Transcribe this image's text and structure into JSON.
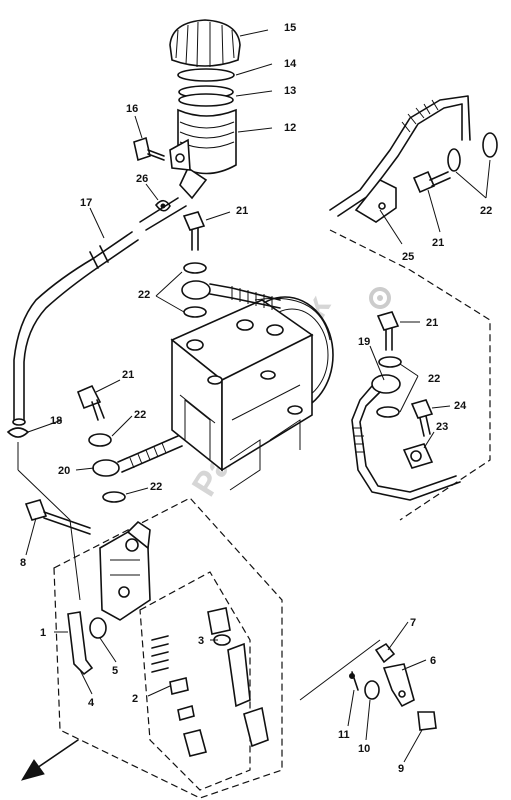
{
  "callouts": {
    "c1": "1",
    "c2": "2",
    "c3": "3",
    "c4": "4",
    "c5": "5",
    "c6": "6",
    "c7": "7",
    "c8": "8",
    "c9": "9",
    "c10": "10",
    "c11": "11",
    "c12": "12",
    "c13": "13",
    "c14": "14",
    "c15": "15",
    "c16": "16",
    "c17": "17",
    "c18": "18",
    "c19": "19",
    "c20": "20",
    "c21a": "21",
    "c21b": "21",
    "c21c": "21",
    "c21d": "21",
    "c22a": "22",
    "c22b": "22",
    "c22c": "22",
    "c22d": "22",
    "c22e": "22",
    "c23": "23",
    "c24": "24",
    "c25": "25",
    "c26": "26"
  },
  "watermark": {
    "text": "PartsRepublik"
  },
  "icons": {
    "front_arrow": "front-arrow-icon",
    "gear": "gear-icon"
  }
}
